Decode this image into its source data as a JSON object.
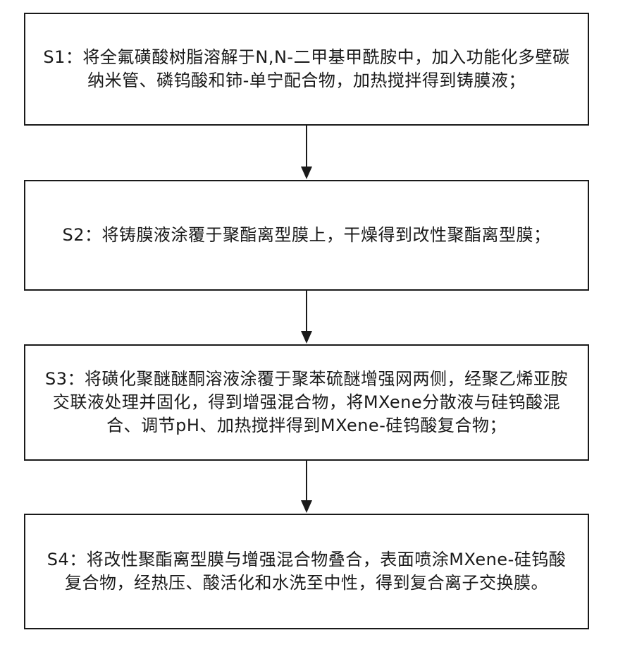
{
  "steps": [
    {
      "id": "S1",
      "text": "S1：将全氟磺酸树脂溶解于N,N-二甲基甲酰胺中，加入功能化多壁碳纳米管、磷钨酸和铈-单宁配合物，加热搅拌得到铸膜液；"
    },
    {
      "id": "S2",
      "text": "S2：将铸膜液涂覆于聚酯离型膜上，干燥得到改性聚酯离型膜；"
    },
    {
      "id": "S3",
      "text": "S3：将磺化聚醚醚酮溶液涂覆于聚苯硫醚增强网两侧，经聚乙烯亚胺交联液处理并固化，得到增强混合物，将MXene分散液与硅钨酸混合、调节pH、加热搅拌得到MXene-硅钨酸复合物；"
    },
    {
      "id": "S4",
      "text": "S4：将改性聚酯离型膜与增强混合物叠合，表面喷涂MXene-硅钨酸复合物，经热压、酸活化和水洗至中性，得到复合离子交换膜。"
    }
  ],
  "colors": {
    "stroke": "#1a1a1a",
    "background": "#ffffff"
  }
}
